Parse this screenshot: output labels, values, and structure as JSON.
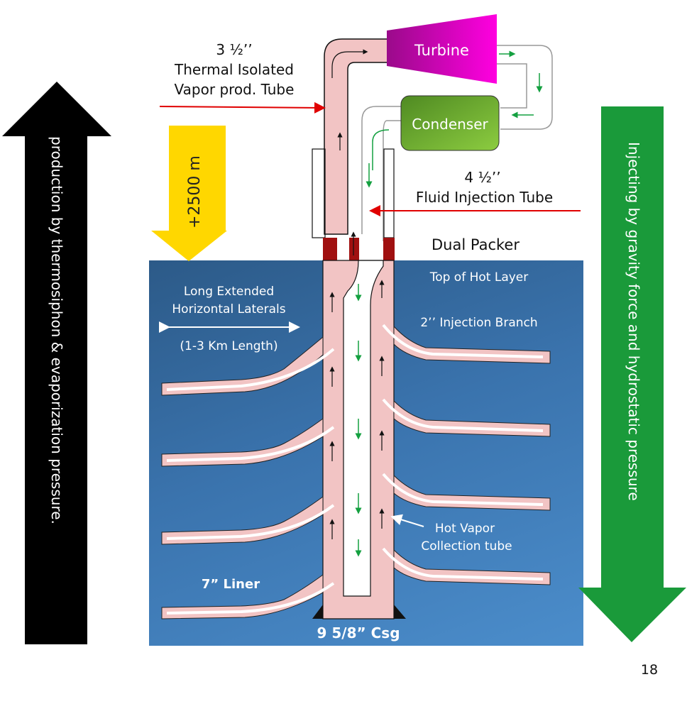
{
  "components": {
    "turbine": "Turbine",
    "condenser": "Condenser",
    "dual_packer": "Dual Packer"
  },
  "labels": {
    "vapor_tube_size": "3 ½’’",
    "vapor_tube_name1": "Thermal Isolated",
    "vapor_tube_name2": "Vapor prod. Tube",
    "injection_tube_size": "4 ½’’",
    "injection_tube_name": "Fluid Injection Tube",
    "depth": "+2500 m",
    "top_hot_layer": "Top of Hot Layer",
    "injection_branch": "2’’ Injection Branch",
    "laterals1": "Long Extended",
    "laterals2": "Horizontal Laterals",
    "laterals_length": "(1-3 Km Length)",
    "hot_vapor1": "Hot Vapor",
    "hot_vapor2": "Collection tube",
    "liner": "7”  Liner",
    "casing": "9 5/8” Csg"
  },
  "side_arrows": {
    "production": "production by thermosiphon  &  evaporization pressure.",
    "injection": "Injecting  by gravity force and hydrostatic pressure"
  },
  "page_number": "18",
  "colors": {
    "pipe": "#f2c4c4",
    "reservoir_top": "#2f5f8f",
    "reservoir_bottom": "#4a8bc8",
    "packer": "#a01010",
    "turbine": "#e000c8",
    "condenser": "#6aaa30",
    "depth_arrow": "#ffd700",
    "injection_arrow": "#1a9a3a",
    "production_arrow": "#000000",
    "pointer": "#e00000"
  }
}
